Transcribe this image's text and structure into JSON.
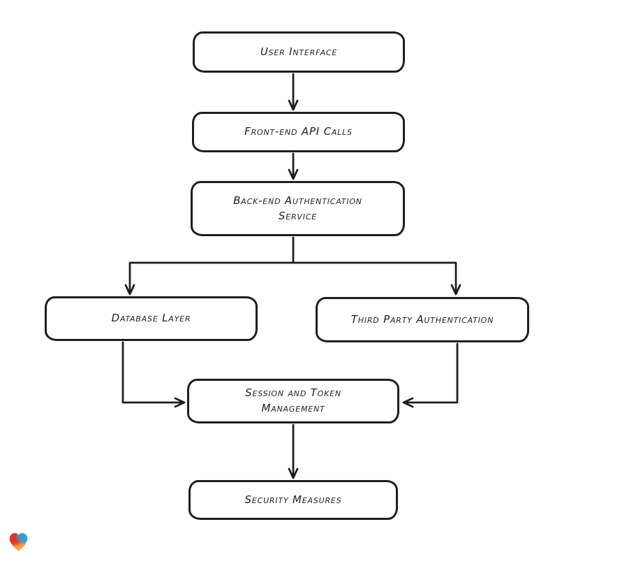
{
  "page": {
    "background": "#ffffff"
  },
  "diagram": {
    "type": "flowchart",
    "style": {
      "stroke_color": "#1e1e1e",
      "node_fill": "#ffffff",
      "look": "hand-drawn-sketch"
    },
    "nodes": [
      {
        "id": "user-interface",
        "label": "User Interface"
      },
      {
        "id": "front-end-api-calls",
        "label": "Front-end API Calls"
      },
      {
        "id": "back-end-authentication-service",
        "label": "Back-end Authentication\nService"
      },
      {
        "id": "database-layer",
        "label": "Database Layer"
      },
      {
        "id": "third-party-authentication",
        "label": "Third Party Authentication"
      },
      {
        "id": "session-and-token-management",
        "label": "Session and Token\nManagement"
      },
      {
        "id": "security-measures",
        "label": "Security Measures"
      }
    ],
    "edges": [
      {
        "from": "user-interface",
        "to": "front-end-api-calls"
      },
      {
        "from": "front-end-api-calls",
        "to": "back-end-authentication-service"
      },
      {
        "from": "back-end-authentication-service",
        "to": "database-layer"
      },
      {
        "from": "back-end-authentication-service",
        "to": "third-party-authentication"
      },
      {
        "from": "database-layer",
        "to": "session-and-token-management"
      },
      {
        "from": "third-party-authentication",
        "to": "session-and-token-management"
      },
      {
        "from": "session-and-token-management",
        "to": "security-measures"
      }
    ]
  },
  "watermark": {
    "icon": "heart-icon",
    "gradient_colors": [
      "#dc2f27",
      "#2ba0d8",
      "#f59f3a"
    ]
  }
}
